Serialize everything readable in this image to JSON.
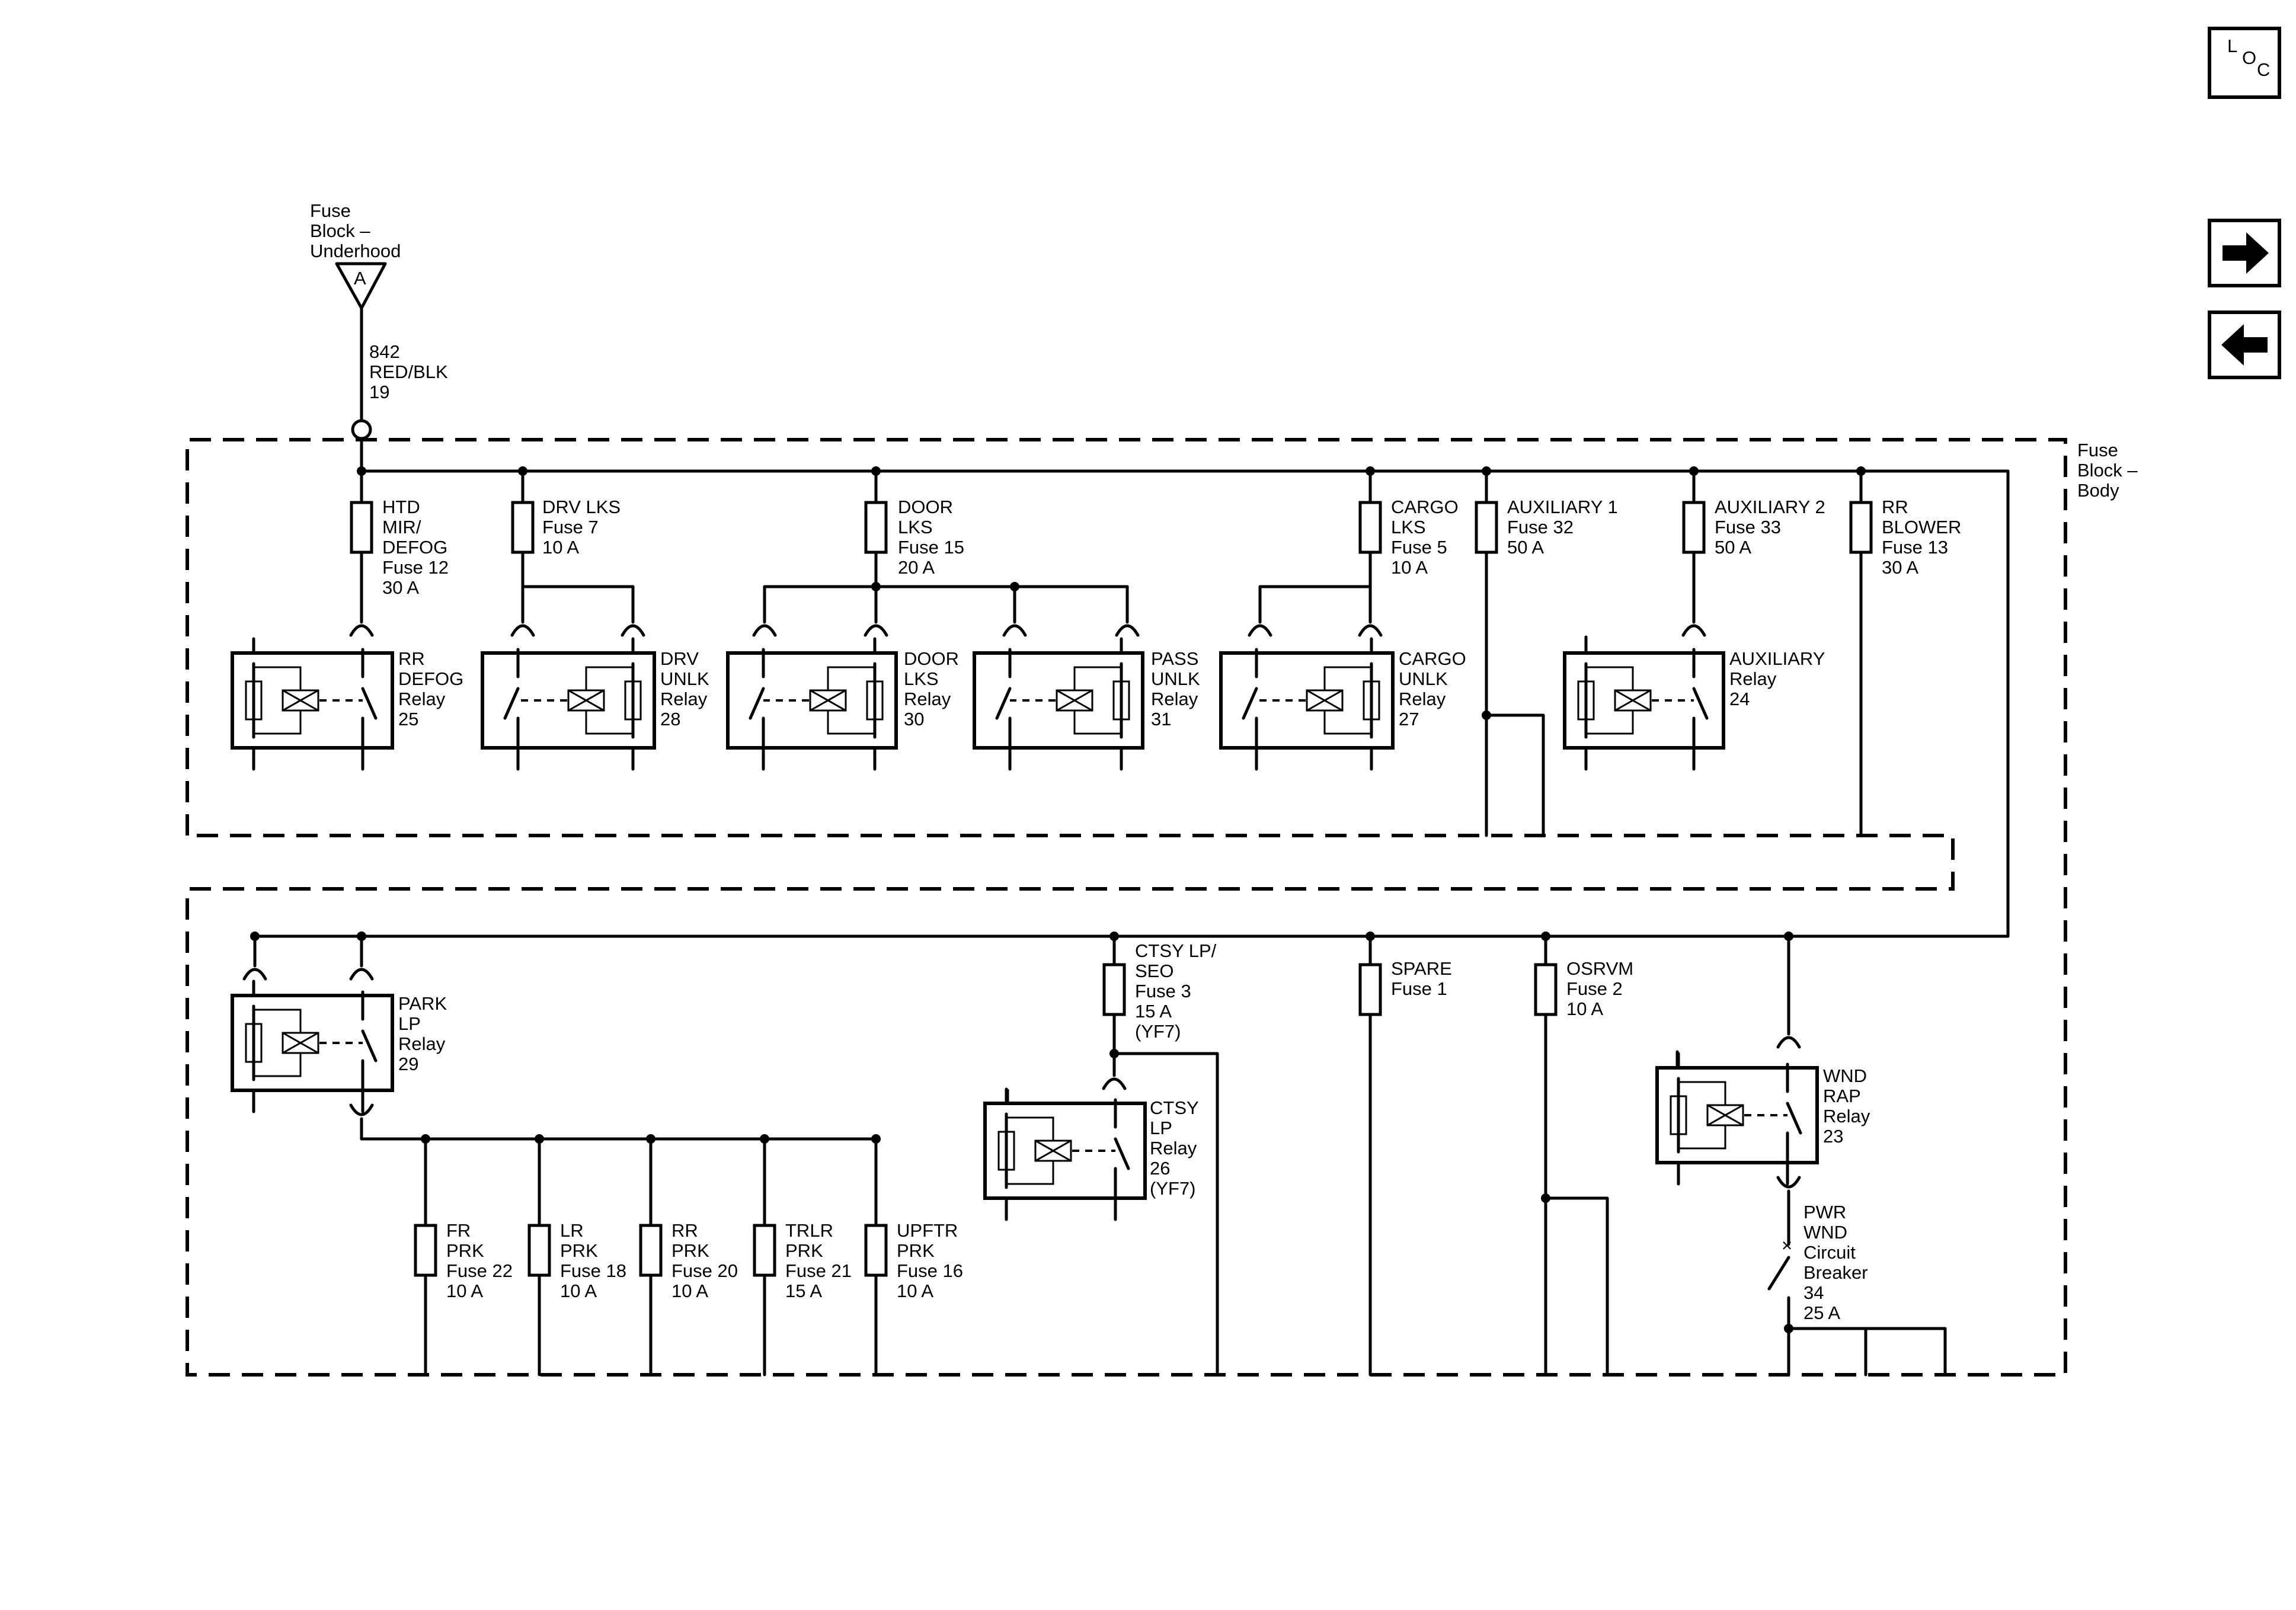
{
  "nav": {
    "loc_label": [
      "L",
      "O",
      "C"
    ],
    "next_icon": "right-arrow-icon",
    "prev_icon": "left-arrow-icon"
  },
  "source": {
    "lines": [
      "Fuse",
      "Block –",
      "Underhood"
    ],
    "connector": "A"
  },
  "feed_wire": {
    "lines": [
      "842",
      "RED/BLK",
      "19"
    ]
  },
  "body_block": {
    "lines": [
      "Fuse",
      "Block –",
      "Body"
    ]
  },
  "fuses_top": [
    {
      "id": "htd-mir-defog",
      "lines": [
        "HTD",
        "MIR/",
        "DEFOG",
        "Fuse 12",
        "30 A"
      ]
    },
    {
      "id": "drv-lks",
      "lines": [
        "DRV LKS",
        "Fuse 7",
        "10 A"
      ]
    },
    {
      "id": "door-lks",
      "lines": [
        "DOOR",
        "LKS",
        "Fuse 15",
        "20 A"
      ]
    },
    {
      "id": "cargo-lks",
      "lines": [
        "CARGO",
        "LKS",
        "Fuse 5",
        "10 A"
      ]
    },
    {
      "id": "auxiliary-1",
      "lines": [
        "AUXILIARY 1",
        "Fuse 32",
        "50 A"
      ]
    },
    {
      "id": "auxiliary-2",
      "lines": [
        "AUXILIARY 2",
        "Fuse 33",
        "50 A"
      ]
    },
    {
      "id": "rr-blower",
      "lines": [
        "RR",
        "BLOWER",
        "Fuse 13",
        "30 A"
      ]
    }
  ],
  "relays_top": [
    {
      "id": "rr-defog",
      "lines": [
        "RR",
        "DEFOG",
        "Relay",
        "25"
      ]
    },
    {
      "id": "drv-unlk",
      "lines": [
        "DRV",
        "UNLK",
        "Relay",
        "28"
      ]
    },
    {
      "id": "door-lks",
      "lines": [
        "DOOR",
        "LKS",
        "Relay",
        "30"
      ]
    },
    {
      "id": "pass-unlk",
      "lines": [
        "PASS",
        "UNLK",
        "Relay",
        "31"
      ]
    },
    {
      "id": "cargo-unlk",
      "lines": [
        "CARGO",
        "UNLK",
        "Relay",
        "27"
      ]
    },
    {
      "id": "auxiliary",
      "lines": [
        "AUXILIARY",
        "Relay",
        "24"
      ]
    }
  ],
  "relays_bottom": [
    {
      "id": "park-lp",
      "lines": [
        "PARK",
        "LP",
        "Relay",
        "29"
      ]
    },
    {
      "id": "ctsy-lp",
      "lines": [
        "CTSY",
        "LP",
        "Relay",
        "26",
        "(YF7)"
      ]
    },
    {
      "id": "wnd-rap",
      "lines": [
        "WND",
        "RAP",
        "Relay",
        "23"
      ]
    }
  ],
  "fuses_bottom": [
    {
      "id": "ctsy-lp-seo",
      "lines": [
        "CTSY LP/",
        "SEO",
        "Fuse 3",
        "15 A",
        "(YF7)"
      ]
    },
    {
      "id": "spare",
      "lines": [
        "SPARE",
        "Fuse 1"
      ]
    },
    {
      "id": "osrvm",
      "lines": [
        "OSRVM",
        "Fuse 2",
        "10 A"
      ]
    },
    {
      "id": "fr-prk",
      "lines": [
        "FR",
        "PRK",
        "Fuse 22",
        "10 A"
      ]
    },
    {
      "id": "lr-prk",
      "lines": [
        "LR",
        "PRK",
        "Fuse 18",
        "10 A"
      ]
    },
    {
      "id": "rr-prk",
      "lines": [
        "RR",
        "PRK",
        "Fuse 20",
        "10 A"
      ]
    },
    {
      "id": "trlr-prk",
      "lines": [
        "TRLR",
        "PRK",
        "Fuse 21",
        "15 A"
      ]
    },
    {
      "id": "upftr-prk",
      "lines": [
        "UPFTR",
        "PRK",
        "Fuse 16",
        "10 A"
      ]
    }
  ],
  "breaker": {
    "lines": [
      "PWR",
      "WND",
      "Circuit",
      "Breaker",
      "34",
      "25 A"
    ]
  }
}
